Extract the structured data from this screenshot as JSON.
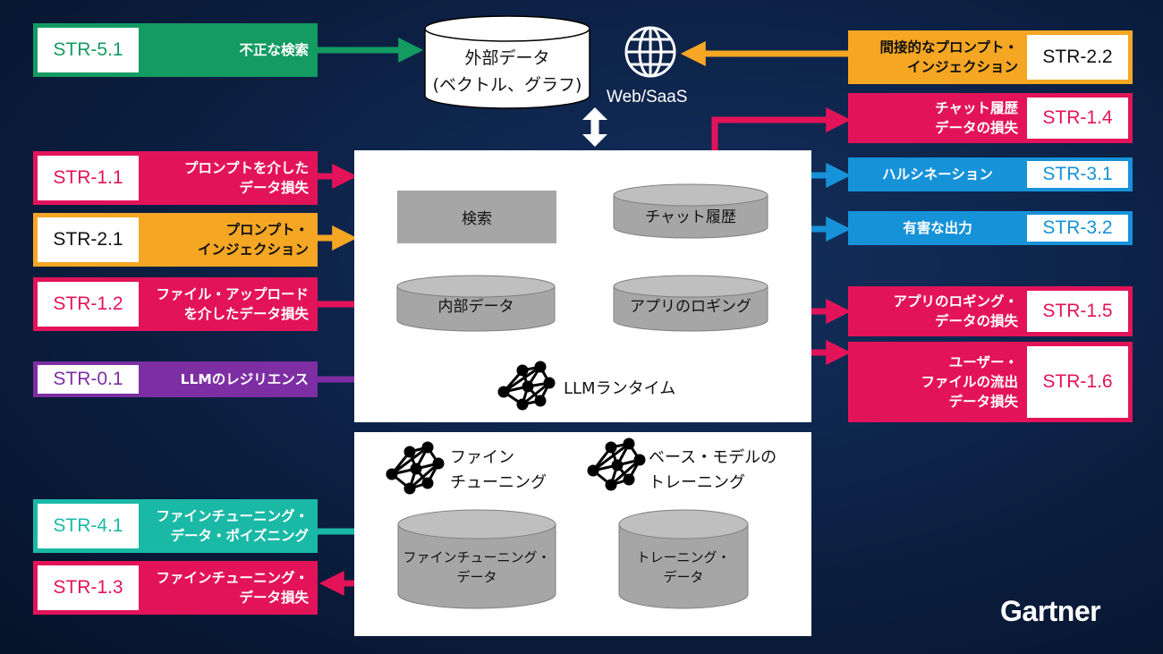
{
  "colors": {
    "green": "#139b61",
    "orange": "#f5a623",
    "red": "#e3135a",
    "purple": "#7d2ea3",
    "teal": "#1ab9a6",
    "blue": "#1692d8"
  },
  "top": {
    "external_data": "外部データ\n(ベクトル、グラフ)",
    "web_saas": "Web/SaaS"
  },
  "runtime": {
    "search": "検索",
    "chat_history": "チャット履歴",
    "internal_data": "内部データ",
    "app_logging": "アプリのロギング",
    "llm_runtime": "LLMランタイム"
  },
  "training": {
    "fine_tuning": "ファイン\nチューニング",
    "base_model": "ベース・モデルの\nトレーニング",
    "ft_data": "ファインチューニング・\nデータ",
    "training_data": "トレーニング・\nデータ"
  },
  "left_labels": [
    {
      "code": "STR-5.1",
      "desc": "不正な検索"
    },
    {
      "code": "STR-1.1",
      "desc": "プロンプトを介した\nデータ損失"
    },
    {
      "code": "STR-2.1",
      "desc": "プロンプト・\nインジェクション"
    },
    {
      "code": "STR-1.2",
      "desc": "ファイル・アップロード\nを介したデータ損失"
    },
    {
      "code": "STR-0.1",
      "desc": "LLMのレジリエンス"
    },
    {
      "code": "STR-4.1",
      "desc": "ファインチューニング・\nデータ・ポイズニング"
    },
    {
      "code": "STR-1.3",
      "desc": "ファインチューニング・\nデータ損失"
    }
  ],
  "right_labels": [
    {
      "code": "STR-2.2",
      "desc": "間接的なプロンプト・\nインジェクション"
    },
    {
      "code": "STR-1.4",
      "desc": "チャット履歴\nデータの損失"
    },
    {
      "code": "STR-3.1",
      "desc": "ハルシネーション"
    },
    {
      "code": "STR-3.2",
      "desc": "有害な出力"
    },
    {
      "code": "STR-1.5",
      "desc": "アプリのロギング・\nデータの損失"
    },
    {
      "code": "STR-1.6",
      "desc": "ユーザー・\nファイルの流出\nデータ損失"
    }
  ],
  "brand": "Gartner"
}
